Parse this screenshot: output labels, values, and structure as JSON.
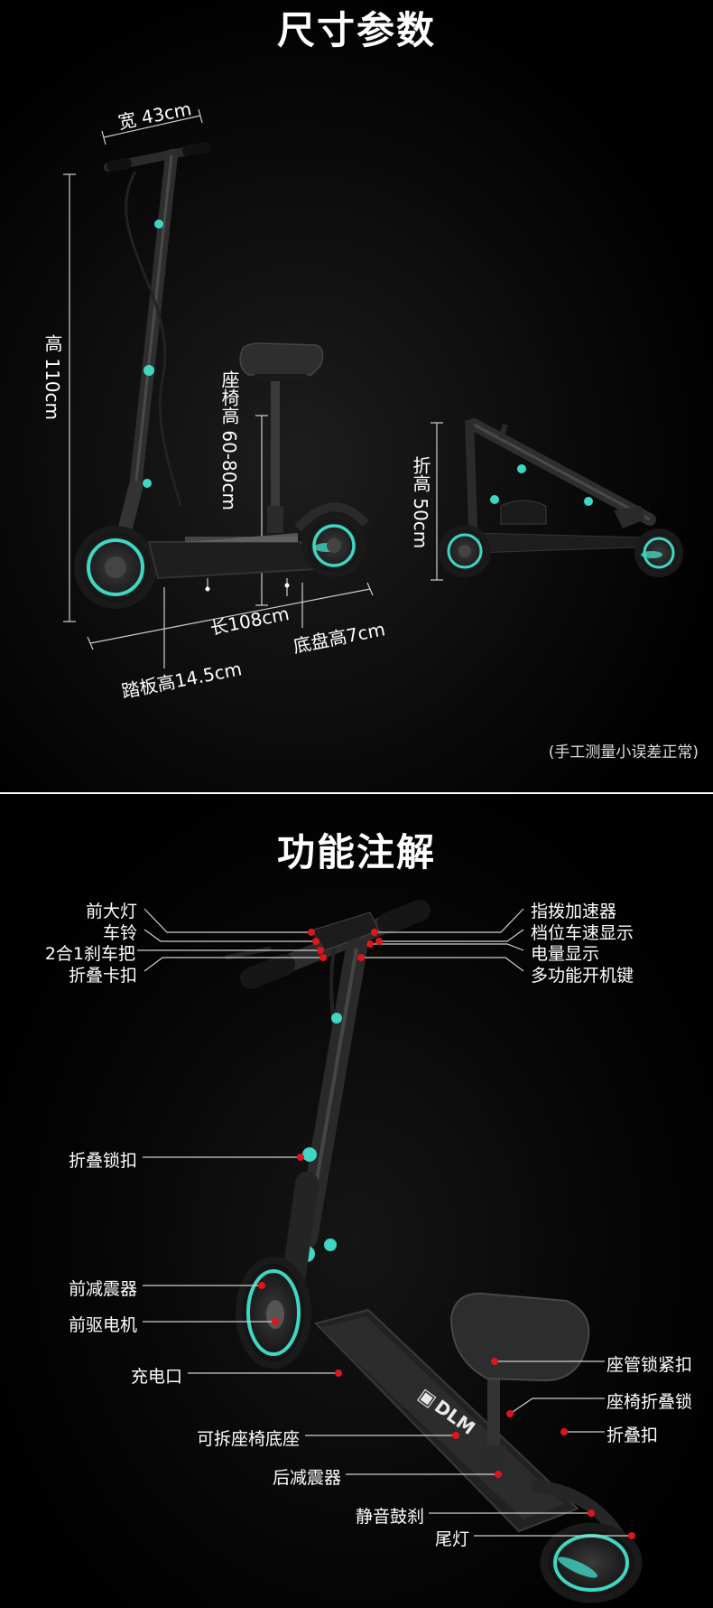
{
  "dimensions": {
    "title": "尺寸参数",
    "width_label": "宽 43cm",
    "height_label": "高 110cm",
    "seat_height_label": "座椅高 60-80cm",
    "length_label": "长108cm",
    "chassis_height_label": "底盘高7cm",
    "deck_height_label": "踏板高14.5cm",
    "folded_height_label": "折高 50cm",
    "note": "(手工测量小误差正常)"
  },
  "features": {
    "title": "功能注解",
    "left_labels": [
      "前大灯",
      "车铃",
      "2合1刹车把",
      "折叠卡扣",
      "折叠锁扣",
      "前减震器",
      "前驱电机",
      "充电口",
      "可拆座椅底座",
      "后减震器",
      "静音鼓刹",
      "尾灯"
    ],
    "right_labels": [
      "指拨加速器",
      "档位车速显示",
      "电量显示",
      "多功能开机键",
      "座管锁紧扣",
      "座椅折叠锁",
      "折叠扣"
    ]
  },
  "brand": "DLM",
  "colors": {
    "accent": "#3fd6c3",
    "marker": "#e0151b",
    "frame": "#2a2a2a"
  }
}
